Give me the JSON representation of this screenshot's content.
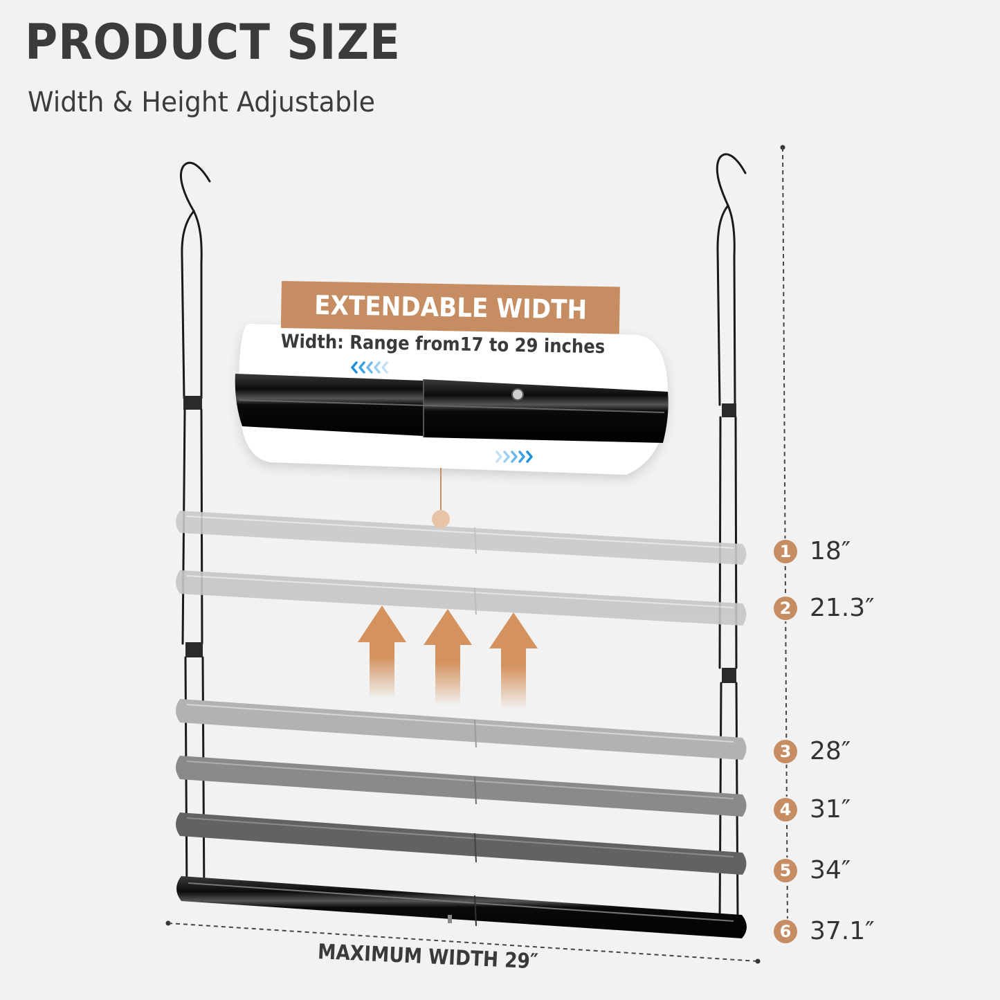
{
  "header": {
    "title": "PRODUCT SIZE",
    "subtitle": "Width & Height Adjustable"
  },
  "callout": {
    "banner": "EXTENDABLE WIDTH",
    "range_text": "Width: Range from17 to 29 inches",
    "icons": [
      "chevrons-left-icon",
      "chevrons-right-icon",
      "telescopic-rod-icon"
    ]
  },
  "height_levels": [
    {
      "number": "1",
      "value": "18″"
    },
    {
      "number": "2",
      "value": "21.3″"
    },
    {
      "number": "3",
      "value": "28″"
    },
    {
      "number": "4",
      "value": "31″"
    },
    {
      "number": "5",
      "value": "34″"
    },
    {
      "number": "6",
      "value": "37.1″"
    }
  ],
  "width_dimension": {
    "label": "MAXIMUM WIDTH 29″"
  },
  "colors": {
    "accent": "#c68d62",
    "background": "#f2f2f2",
    "text": "#3a3a3a",
    "rod": "#111111",
    "arrow_blue": "#2aa6e0"
  }
}
